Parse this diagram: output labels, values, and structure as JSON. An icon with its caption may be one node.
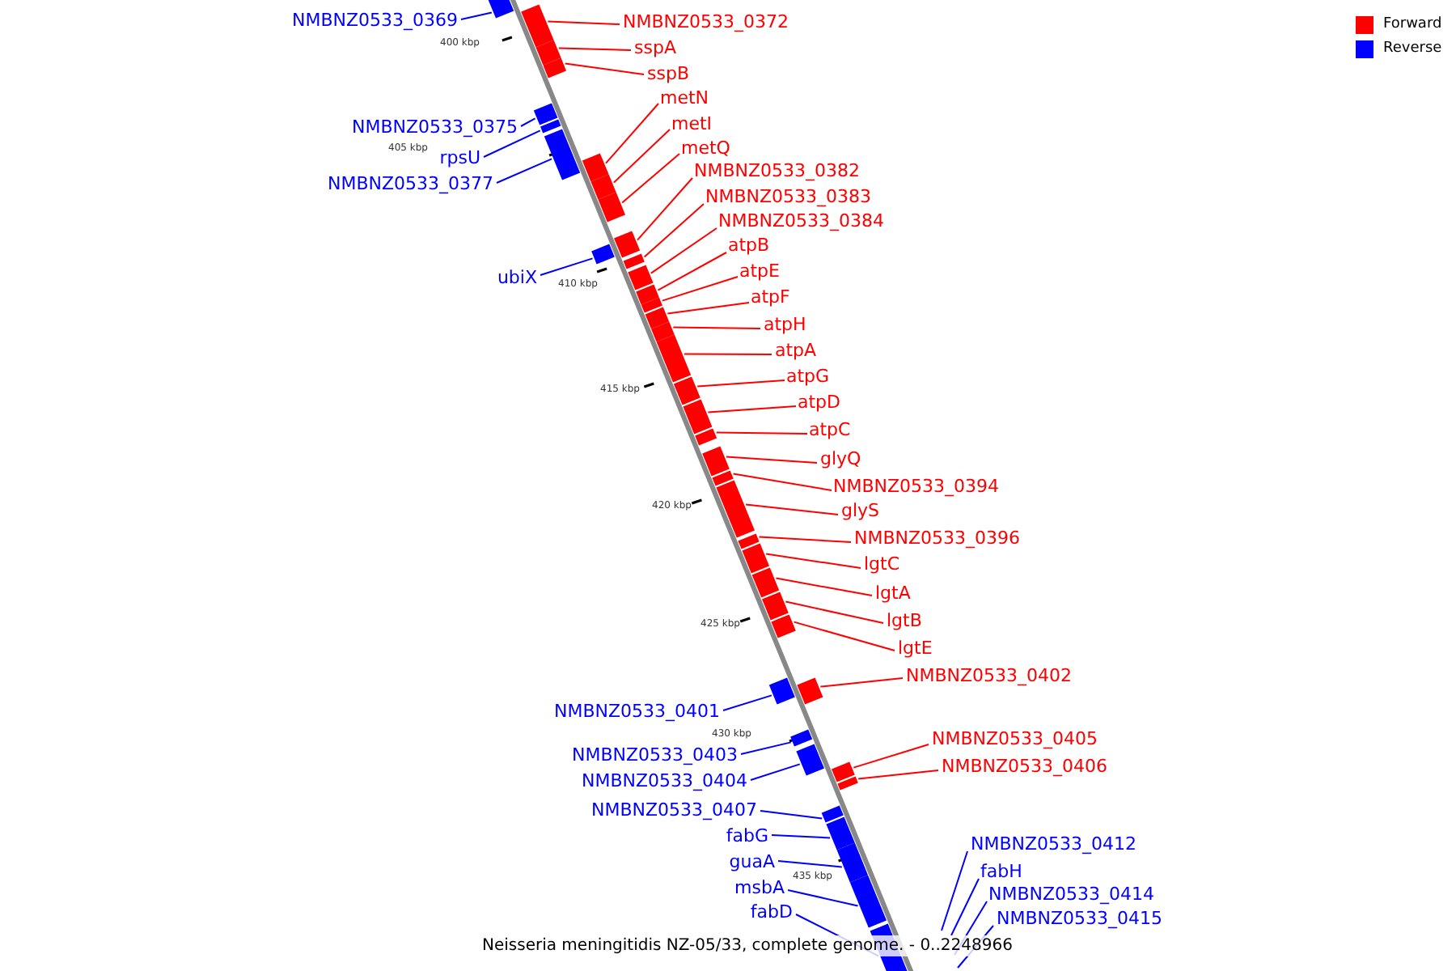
{
  "diagram": {
    "caption": "Neisseria meningitidis NZ-05/33, complete genome. - 0..2248966",
    "nodes": [
      {
        "text": [
          "NMBNZ0533_0369"
        ]
      },
      {
        "text": [
          "NMBNZ0533_0372"
        ]
      },
      {
        "text": [
          "sspA"
        ]
      },
      {
        "text": [
          "sspB"
        ]
      },
      {
        "text": [
          "metN"
        ]
      },
      {
        "text": [
          "NMBNZ0533_0375"
        ]
      },
      {
        "text": [
          "metI"
        ]
      },
      {
        "text": [
          "rpsU"
        ]
      },
      {
        "text": [
          "metQ"
        ]
      },
      {
        "text": [
          "NMBNZ0533_0377"
        ]
      },
      {
        "text": [
          "NMBNZ0533_0382"
        ]
      },
      {
        "text": [
          "NMBNZ0533_0383"
        ]
      },
      {
        "text": [
          "NMBNZ0533_0384"
        ]
      },
      {
        "text": [
          "atpB"
        ]
      },
      {
        "text": [
          "ubiX"
        ]
      },
      {
        "text": [
          "atpE"
        ]
      },
      {
        "text": [
          "atpF"
        ]
      },
      {
        "text": [
          "atpH"
        ]
      },
      {
        "text": [
          "atpA"
        ]
      },
      {
        "text": [
          "atpG"
        ]
      },
      {
        "text": [
          "atpD"
        ]
      },
      {
        "text": [
          "atpC"
        ]
      },
      {
        "text": [
          "glyQ"
        ]
      },
      {
        "text": [
          "NMBNZ0533_0394"
        ]
      },
      {
        "text": [
          "glyS"
        ]
      },
      {
        "text": [
          "NMBNZ0533_0396"
        ]
      },
      {
        "text": [
          "lgtC"
        ]
      },
      {
        "text": [
          "lgtA"
        ]
      },
      {
        "text": [
          "lgtB"
        ]
      },
      {
        "text": [
          "lgtE"
        ]
      },
      {
        "text": [
          "NMBNZ0533_0402"
        ]
      },
      {
        "text": [
          "NMBNZ0533_0401"
        ]
      },
      {
        "text": [
          "NMBNZ0533_0405"
        ]
      },
      {
        "text": [
          "NMBNZ0533_0403"
        ]
      },
      {
        "text": [
          "NMBNZ0533_0406"
        ]
      },
      {
        "text": [
          "NMBNZ0533_0404"
        ]
      },
      {
        "text": [
          "NMBNZ0533_0407"
        ]
      },
      {
        "text": [
          "fabG"
        ]
      },
      {
        "text": [
          "NMBNZ0533_0412"
        ]
      },
      {
        "text": [
          "guaA"
        ]
      },
      {
        "text": [
          "fabH"
        ]
      },
      {
        "text": [
          "msbA"
        ]
      },
      {
        "text": [
          "NMBNZ0533_0414"
        ]
      },
      {
        "text": [
          "fabD"
        ]
      },
      {
        "text": [
          "NMBNZ0533_0415"
        ]
      },
      {
        "text": [],
        "shape": "bar"
      },
      {
        "text": [],
        "shape": "bar"
      },
      {
        "text": [],
        "shape": "bar"
      },
      {
        "text": [],
        "shape": "bar"
      },
      {
        "text": [],
        "shape": "bar"
      },
      {
        "text": [],
        "shape": "bar"
      },
      {
        "text": [],
        "shape": "bar"
      },
      {
        "text": [],
        "shape": "bar"
      },
      {
        "text": [],
        "shape": "bar"
      },
      {
        "text": [],
        "shape": "bar"
      },
      {
        "text": [],
        "shape": "bar"
      },
      {
        "text": [],
        "shape": "bar"
      },
      {
        "text": [],
        "shape": "bar"
      },
      {
        "text": [],
        "shape": "bar"
      },
      {
        "text": [],
        "shape": "bar"
      },
      {
        "text": [],
        "shape": "bar"
      },
      {
        "text": [],
        "shape": "bar"
      },
      {
        "text": [],
        "shape": "bar"
      },
      {
        "text": [],
        "shape": "bar"
      },
      {
        "text": [],
        "shape": "bar"
      },
      {
        "text": [],
        "shape": "bar"
      },
      {
        "text": [],
        "shape": "bar"
      },
      {
        "text": [],
        "shape": "bar"
      },
      {
        "text": [],
        "shape": "bar"
      },
      {
        "text": [],
        "shape": "bar"
      },
      {
        "text": [],
        "shape": "bar"
      },
      {
        "text": [],
        "shape": "bar"
      },
      {
        "text": [],
        "shape": "bar"
      },
      {
        "text": [],
        "shape": "bar"
      },
      {
        "text": [],
        "shape": "bar"
      },
      {
        "text": [],
        "shape": "bar"
      },
      {
        "text": [],
        "shape": "bar"
      },
      {
        "text": [],
        "shape": "bar"
      },
      {
        "text": [],
        "shape": "bar"
      },
      {
        "text": [],
        "shape": "bar"
      },
      {
        "text": [],
        "shape": "bar"
      },
      {
        "text": [],
        "shape": "bar"
      },
      {
        "text": [],
        "shape": "bar"
      },
      {
        "text": [],
        "shape": "bar"
      },
      {
        "text": [],
        "shape": "bar"
      },
      {
        "text": [],
        "shape": "bar"
      }
    ],
    "edges": [
      {
        "from": 0,
        "to": 45,
        "arrow": "none",
        "color": "#0000ff"
      },
      {
        "from": 1,
        "to": 46,
        "arrow": "none"
      },
      {
        "from": 2,
        "to": 47,
        "arrow": "none"
      },
      {
        "from": 3,
        "to": 48,
        "arrow": "none"
      },
      {
        "from": 4,
        "to": 52,
        "arrow": "none"
      },
      {
        "from": 5,
        "to": 49,
        "arrow": "none",
        "color": "#0000ff"
      },
      {
        "from": 6,
        "to": 53,
        "arrow": "none"
      },
      {
        "from": 7,
        "to": 50,
        "arrow": "none",
        "color": "#0000ff"
      },
      {
        "from": 8,
        "to": 54,
        "arrow": "none"
      },
      {
        "from": 9,
        "to": 51,
        "arrow": "none",
        "color": "#0000ff"
      },
      {
        "from": 10,
        "to": 55,
        "arrow": "none"
      },
      {
        "from": 11,
        "to": 57,
        "arrow": "none"
      },
      {
        "from": 12,
        "to": 58,
        "arrow": "none"
      },
      {
        "from": 13,
        "to": 59,
        "arrow": "none"
      },
      {
        "from": 14,
        "to": 56,
        "arrow": "none",
        "color": "#0000ff"
      },
      {
        "from": 15,
        "to": 60,
        "arrow": "none"
      },
      {
        "from": 16,
        "to": 61,
        "arrow": "none"
      },
      {
        "from": 17,
        "to": 62,
        "arrow": "none"
      },
      {
        "from": 18,
        "to": 63,
        "arrow": "none"
      },
      {
        "from": 19,
        "to": 64,
        "arrow": "none"
      },
      {
        "from": 20,
        "to": 65,
        "arrow": "none"
      },
      {
        "from": 21,
        "to": 66,
        "arrow": "none"
      },
      {
        "from": 22,
        "to": 67,
        "arrow": "none"
      },
      {
        "from": 23,
        "to": 68,
        "arrow": "none"
      },
      {
        "from": 24,
        "to": 69,
        "arrow": "none"
      },
      {
        "from": 25,
        "to": 70,
        "arrow": "none"
      },
      {
        "from": 26,
        "to": 71,
        "arrow": "none"
      },
      {
        "from": 27,
        "to": 72,
        "arrow": "none"
      },
      {
        "from": 28,
        "to": 73,
        "arrow": "none"
      },
      {
        "from": 29,
        "to": 74,
        "arrow": "none"
      },
      {
        "from": 30,
        "to": 76,
        "arrow": "none"
      },
      {
        "from": 31,
        "to": 75,
        "arrow": "none",
        "color": "#0000ff"
      },
      {
        "from": 32,
        "to": 79,
        "arrow": "none"
      },
      {
        "from": 33,
        "to": 77,
        "arrow": "none",
        "color": "#0000ff"
      },
      {
        "from": 34,
        "to": 80,
        "arrow": "none"
      },
      {
        "from": 35,
        "to": 78,
        "arrow": "none",
        "color": "#0000ff"
      },
      {
        "from": 36,
        "to": 81,
        "arrow": "none",
        "color": "#0000ff"
      },
      {
        "from": 37,
        "to": 82,
        "arrow": "none",
        "color": "#0000ff"
      },
      {
        "from": 38,
        "to": null,
        "arrow": "none",
        "color": "#0000ff"
      },
      {
        "from": 39,
        "to": 83,
        "arrow": "none",
        "color": "#0000ff"
      },
      {
        "from": 40,
        "to": null,
        "arrow": "none",
        "color": "#0000ff"
      },
      {
        "from": 41,
        "to": 84,
        "arrow": "none",
        "color": "#0000ff"
      },
      {
        "from": 42,
        "to": null,
        "arrow": "none",
        "color": "#0000ff"
      },
      {
        "from": 43,
        "to": 85,
        "arrow": "none",
        "color": "#0000ff"
      },
      {
        "from": 44,
        "to": null,
        "arrow": "none",
        "color": "#0000ff"
      }
    ],
    "labels": [
      "400 kbp",
      "405 kbp",
      "410 kbp",
      "415 kbp",
      "420 kbp",
      "425 kbp",
      "430 kbp",
      "435 kbp"
    ],
    "legend": [
      {
        "text": "Forward",
        "color": "#ff0000"
      },
      {
        "text": "Reverse",
        "color": "#0000ff"
      }
    ]
  }
}
